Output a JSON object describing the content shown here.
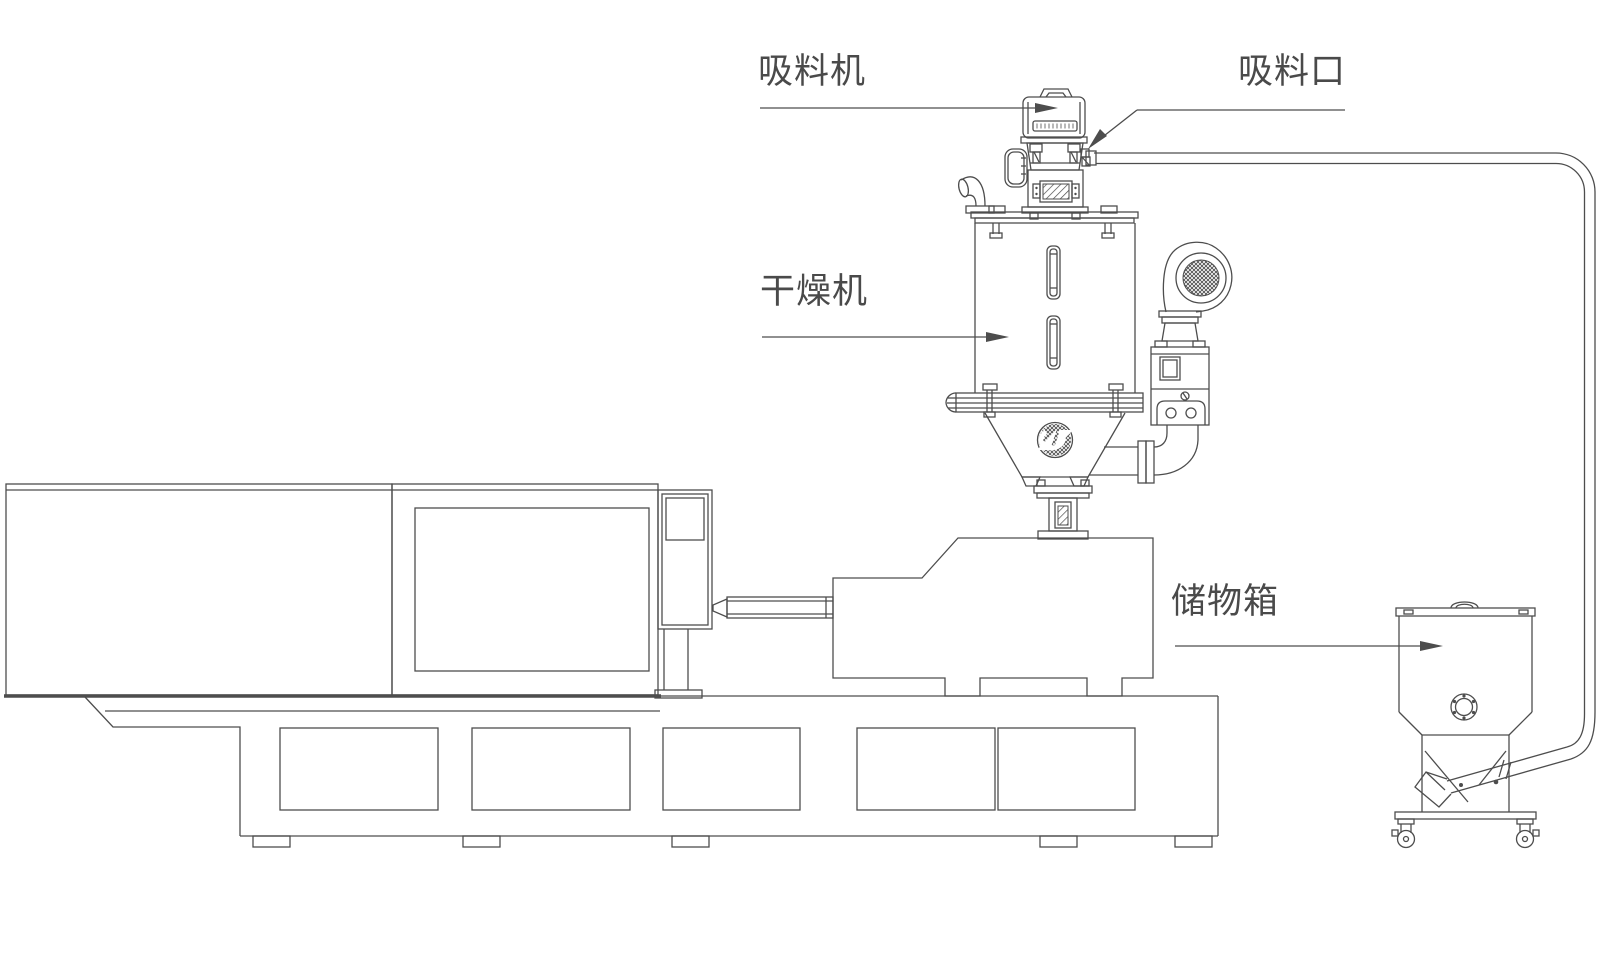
{
  "diagram": {
    "background": "#ffffff",
    "line_color": "#4d4d4d",
    "text_color": "#4a4a4a",
    "labels": {
      "suction_machine": "吸料机",
      "suction_inlet": "吸料口",
      "dryer": "干燥机",
      "storage_box": "储物箱"
    }
  }
}
